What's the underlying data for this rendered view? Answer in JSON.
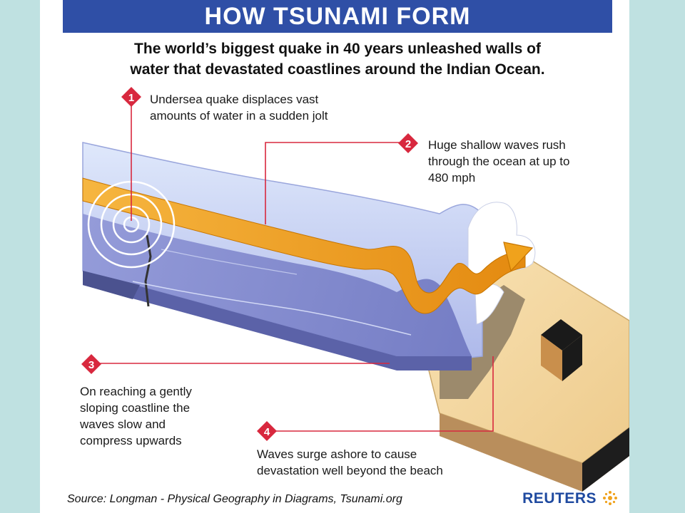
{
  "title": "HOW TSUNAMI FORM",
  "subtitle_lines": [
    "The world’s biggest quake in 40 years unleashed walls of",
    "water that devastated coastlines around the Indian Ocean."
  ],
  "steps": [
    {
      "number": "1",
      "lines": [
        "Undersea quake displaces vast",
        "amounts of water in a sudden jolt"
      ]
    },
    {
      "number": "2",
      "lines": [
        "Huge shallow waves rush",
        "through the ocean at up to",
        "480 mph"
      ]
    },
    {
      "number": "3",
      "lines": [
        "On reaching a gently",
        "sloping coastline the",
        "waves slow and",
        "compress upwards"
      ]
    },
    {
      "number": "4",
      "lines": [
        "Waves surge ashore to cause",
        "devastation well beyond the beach"
      ]
    }
  ],
  "source": "Source: Longman - Physical Geography in Diagrams, Tsunami.org",
  "brand": "REUTERS",
  "colors": {
    "page_bg": "#bfe1e1",
    "header_bg": "#2f4fa6",
    "marker_red": "#d8283e",
    "wave_orange": "#f0a21c",
    "water_light": "#c9d6f2",
    "water_dark": "#7c84c8",
    "sand": "#f5d9a4",
    "brand_blue": "#1f4aa0"
  },
  "icons": [
    "epicenter-rings-icon",
    "fault-line-icon",
    "direction-arrow-icon",
    "house-icon",
    "reuters-logo-icon"
  ]
}
